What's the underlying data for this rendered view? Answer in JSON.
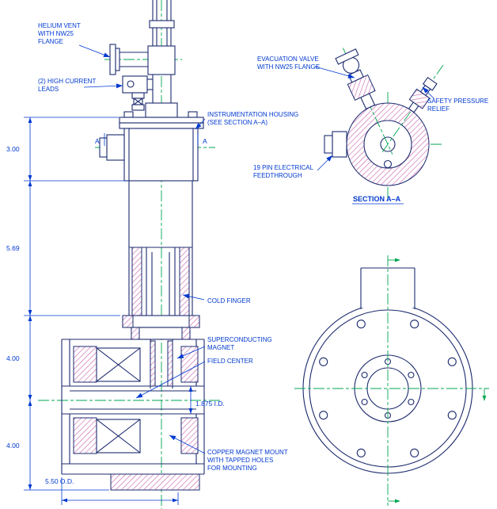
{
  "colors": {
    "outline": "#1c2b6e",
    "centerline": "#00a651",
    "section_hatch": "#c760ae",
    "annotation": "#0039d0",
    "background": "#ffffff"
  },
  "labels": {
    "helium_vent": [
      "HELIUM VENT",
      "WITH NW25",
      "FLANGE"
    ],
    "high_current_leads": [
      "(2) HIGH CURRENT",
      "LEADS"
    ],
    "instrumentation_housing": [
      "INSTRUMENTATION HOUSING",
      "(SEE SECTION A–A)"
    ],
    "cold_finger": "COLD FINGER",
    "superconducting_magnet": [
      "SUPERCONDUCTING",
      "MAGNET"
    ],
    "field_center": "FIELD CENTER",
    "copper_magnet_mount": [
      "COPPER MAGNET MOUNT",
      "WITH TAPPED HOLES",
      "FOR MOUNTING"
    ],
    "evacuation_valve": [
      "EVACUATION VALVE",
      "WITH NW25 FLANGE"
    ],
    "safety_pressure_relief": [
      "SAFETY PRESSURE",
      "RELIEF"
    ],
    "electrical_feedthrough": [
      "19 PIN ELECTRICAL",
      "FEEDTHROUGH"
    ],
    "section_title": "SECTION A–A",
    "section_marker": "A"
  },
  "dimensions": {
    "housing_height": "3.00",
    "neck_height": "5.69",
    "magnet_upper": "4.00",
    "magnet_lower": "4.00",
    "bore_id": "1.875 I.D.",
    "mount_od": "5.50 O.D."
  }
}
